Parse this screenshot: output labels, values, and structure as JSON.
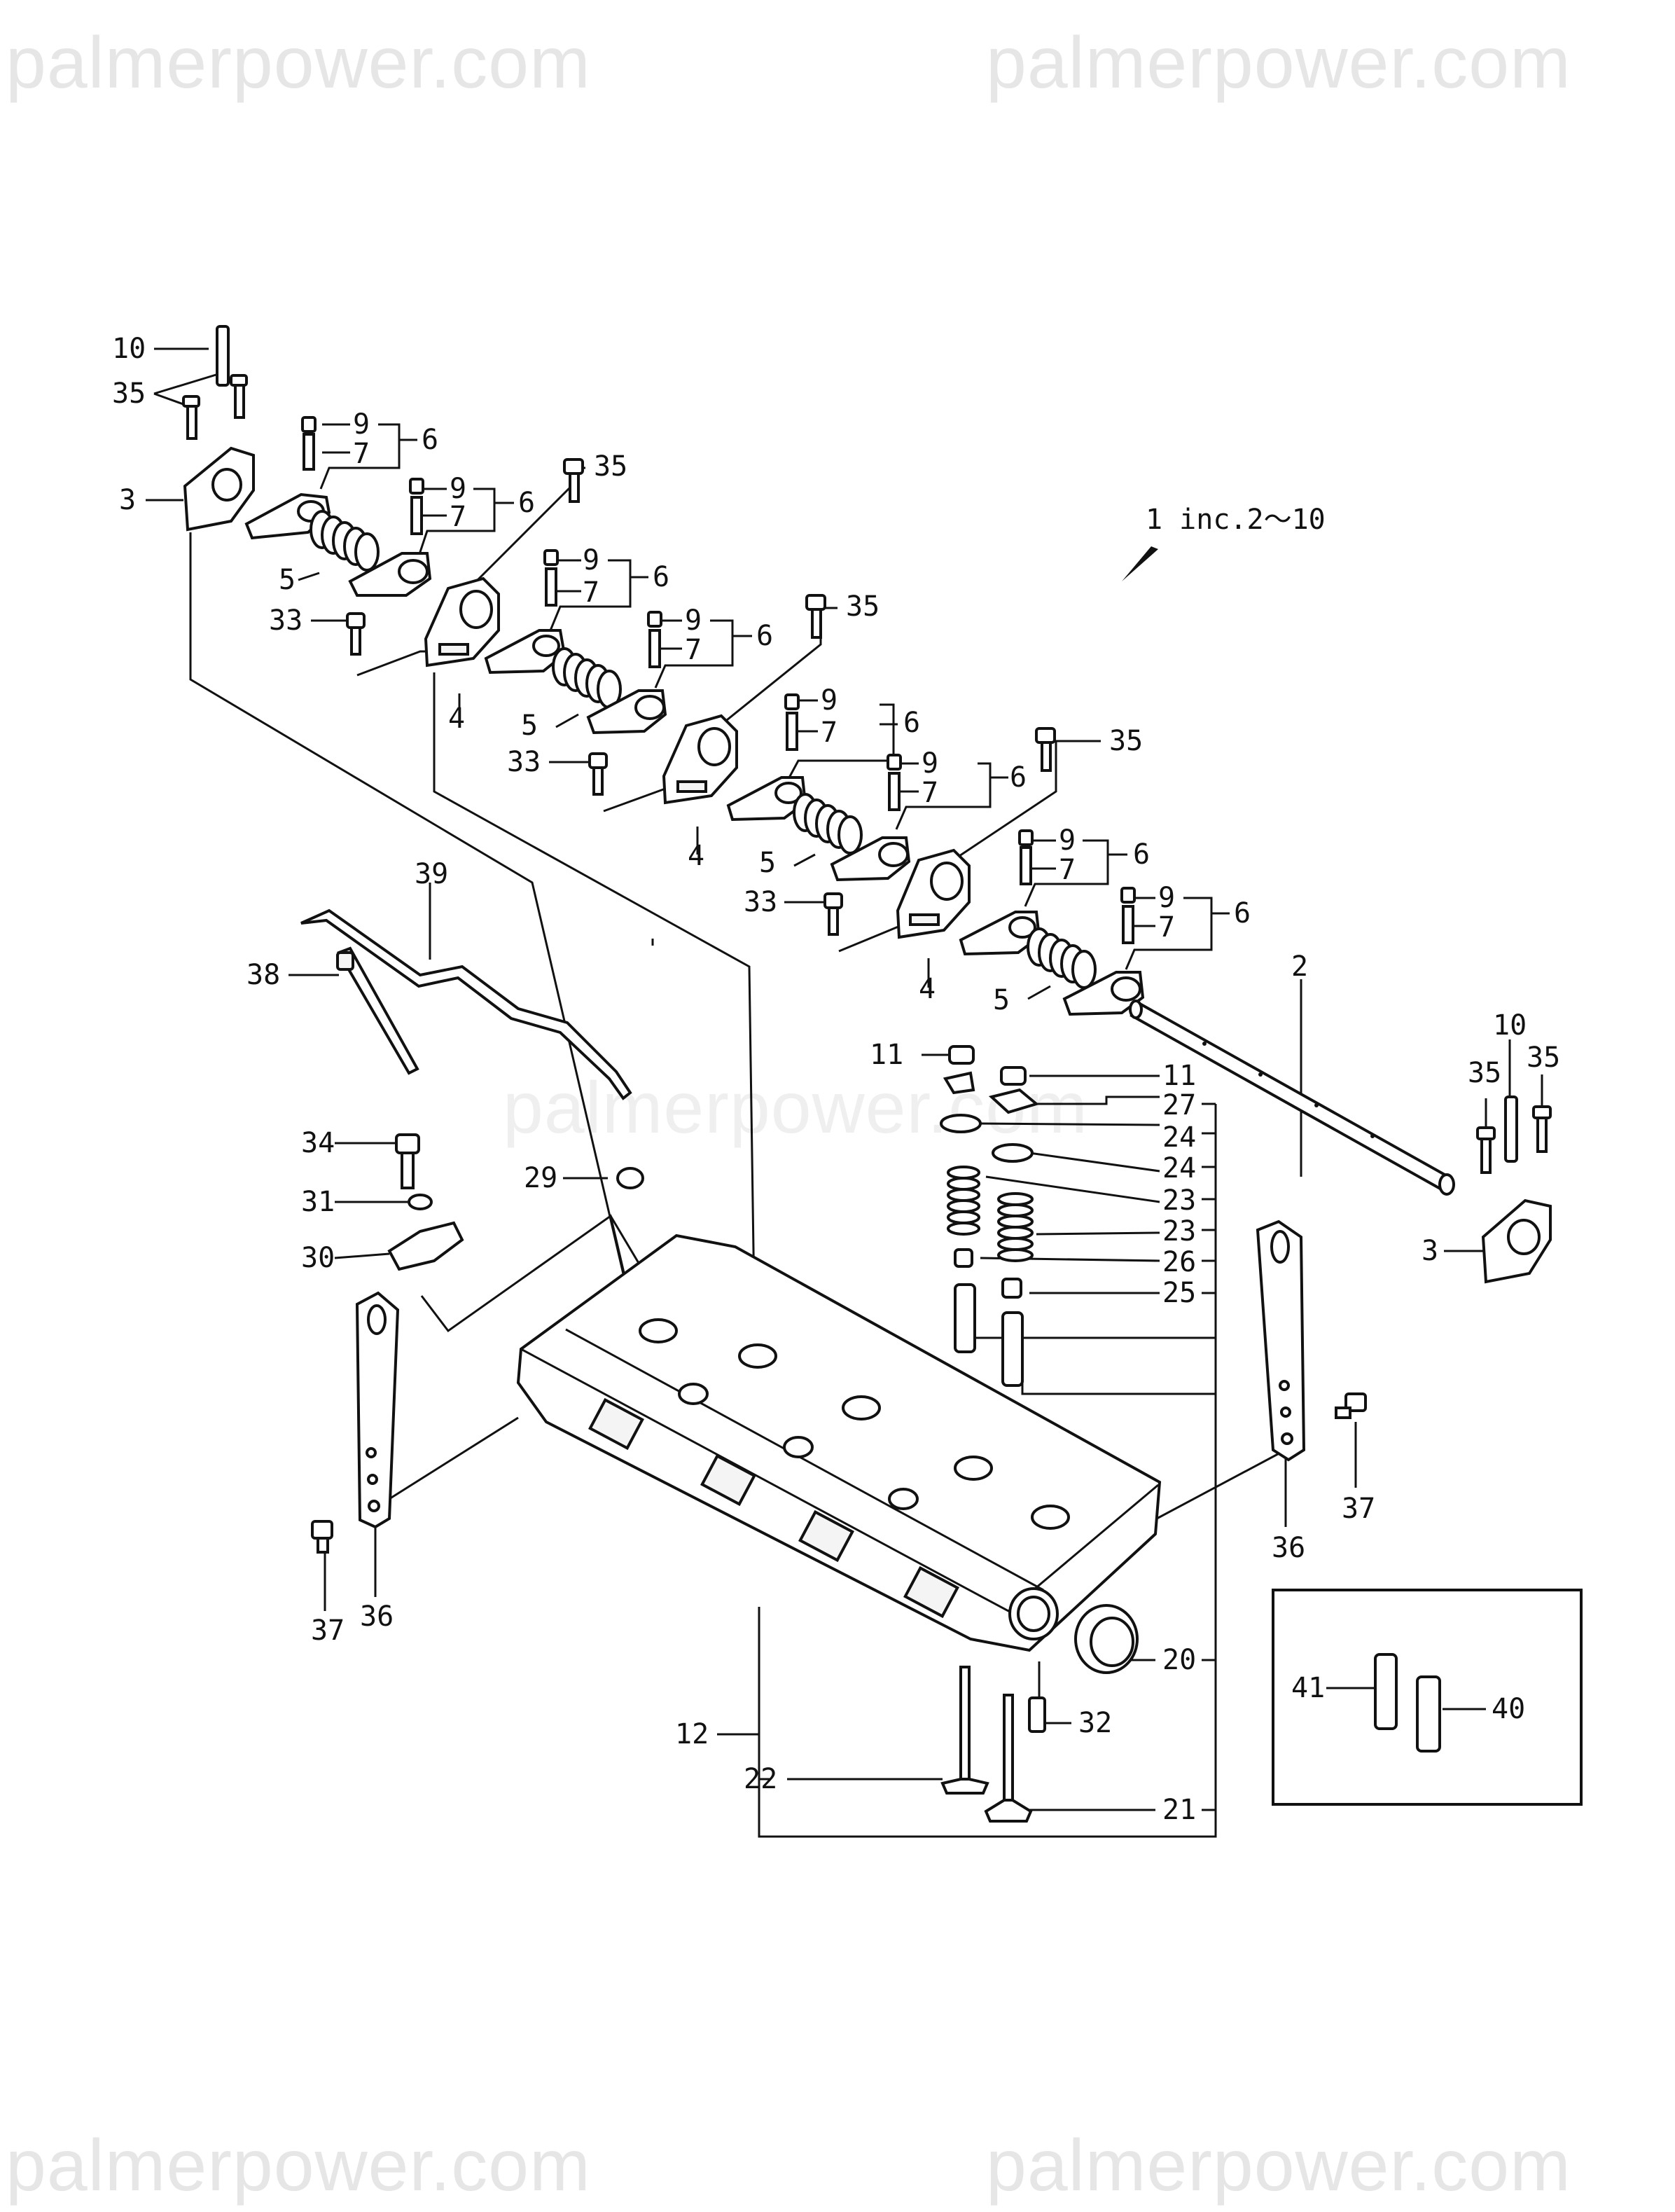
{
  "watermark": {
    "top_left": "palmerpower.com",
    "top_right": "palmerpower.com",
    "middle": "palmerpower.com",
    "bottom_left": "palmerpower.com",
    "bottom_right": "palmerpower.com"
  },
  "assembly_note": "1 inc.2～10",
  "callouts": {
    "c10a": "10",
    "c35a": "35",
    "c35b": "35",
    "c3a": "3",
    "c9a": "9",
    "c7a": "7",
    "c6a": "6",
    "c9b": "9",
    "c7b": "7",
    "c6b": "6",
    "c5a": "5",
    "c33a": "33",
    "c4a": "4",
    "c9c": "9",
    "c7c": "7",
    "c6c": "6",
    "c9d": "9",
    "c7d": "7",
    "c6d": "6",
    "c35c": "35",
    "c5b": "5",
    "c9e": "9",
    "c7e": "7",
    "c6e": "6",
    "c33b": "33",
    "c4b": "4",
    "c9f": "9",
    "c7f": "7",
    "c6f": "6",
    "c35d": "35",
    "c5c": "5",
    "c9g": "9",
    "c7g": "7",
    "c6g": "6",
    "c33c": "33",
    "c4c": "4",
    "c9h": "9",
    "c7h": "7",
    "c6h": "6",
    "c5d": "5",
    "c39": "39",
    "c38": "38",
    "c2": "2",
    "c10b": "10",
    "c35e": "35",
    "c35f": "35",
    "c3b": "3",
    "c11a": "11",
    "c11b": "11",
    "c27": "27",
    "c24a": "24",
    "c24b": "24",
    "c23a": "23",
    "c23b": "23",
    "c26": "26",
    "c25": "25",
    "c34": "34",
    "c31": "31",
    "c30": "30",
    "c29": "29",
    "c37a": "37",
    "c36a": "36",
    "c37b": "37",
    "c36b": "36",
    "c20": "20",
    "c32": "32",
    "c12": "12",
    "c22": "22",
    "c21": "21",
    "c41": "41",
    "c40": "40"
  }
}
